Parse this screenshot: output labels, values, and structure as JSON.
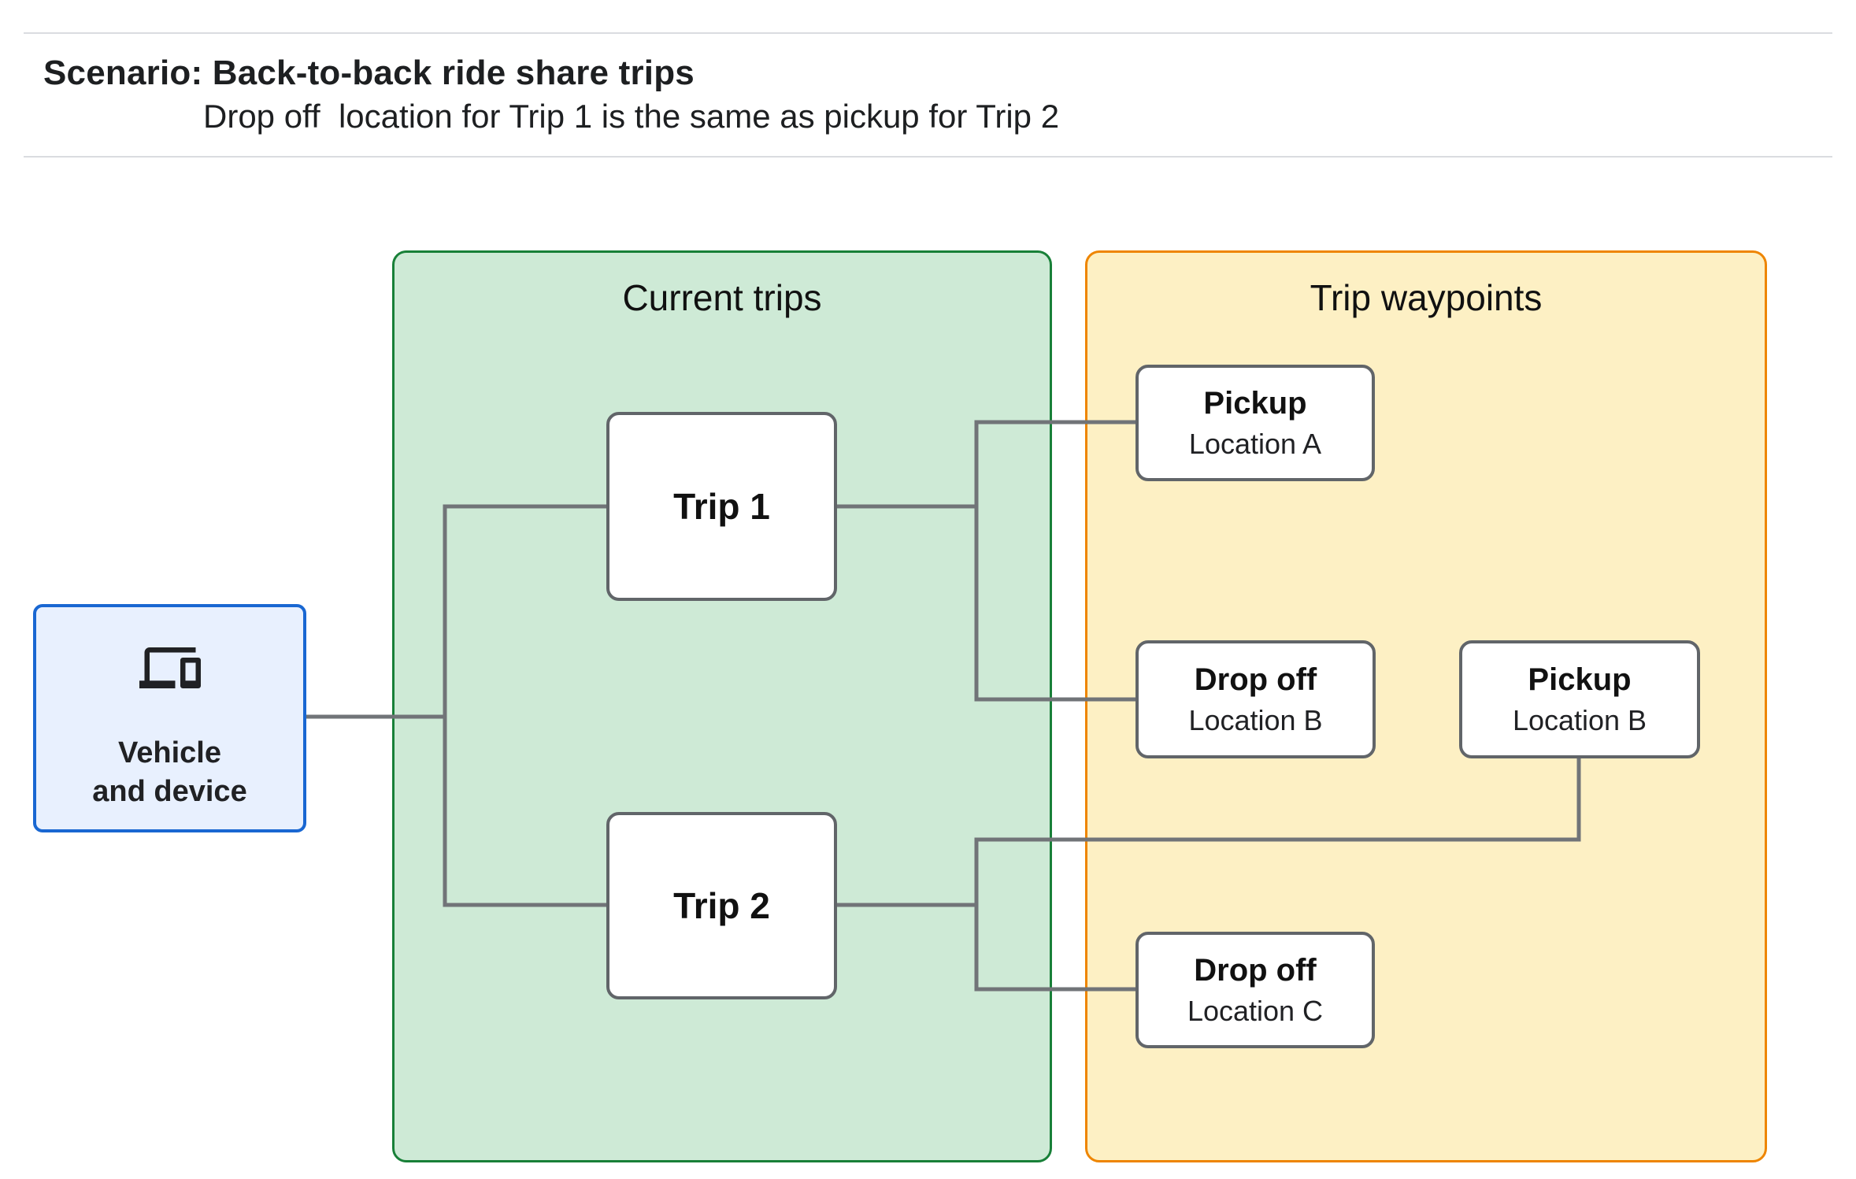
{
  "header": {
    "title": "Scenario: Back-to-back ride share trips",
    "subtitle": "Drop off  location for Trip 1 is the same as pickup for Trip 2"
  },
  "diagram": {
    "vehicle": {
      "icon": "devices-icon",
      "label_line1": "Vehicle",
      "label_line2": "and device"
    },
    "containers": {
      "current_trips": {
        "label": "Current trips",
        "fill": "#ceead6",
        "border": "#188038"
      },
      "trip_waypoints": {
        "label": "Trip waypoints",
        "fill": "#fdf0c4",
        "border": "#ee8500"
      }
    },
    "trips": [
      {
        "label": "Trip 1"
      },
      {
        "label": "Trip 2"
      }
    ],
    "waypoints": [
      {
        "title": "Pickup",
        "subtitle": "Location A"
      },
      {
        "title": "Drop off",
        "subtitle": "Location B"
      },
      {
        "title": "Pickup",
        "subtitle": "Location B"
      },
      {
        "title": "Drop off",
        "subtitle": "Location C"
      }
    ]
  },
  "colors": {
    "vehicle_fill": "#e8f0fe",
    "vehicle_border": "#1967d2",
    "node_border_gray": "#616569",
    "connector_gray": "#717478",
    "divider_gray": "#dadce0",
    "text": "#1d1f21"
  }
}
